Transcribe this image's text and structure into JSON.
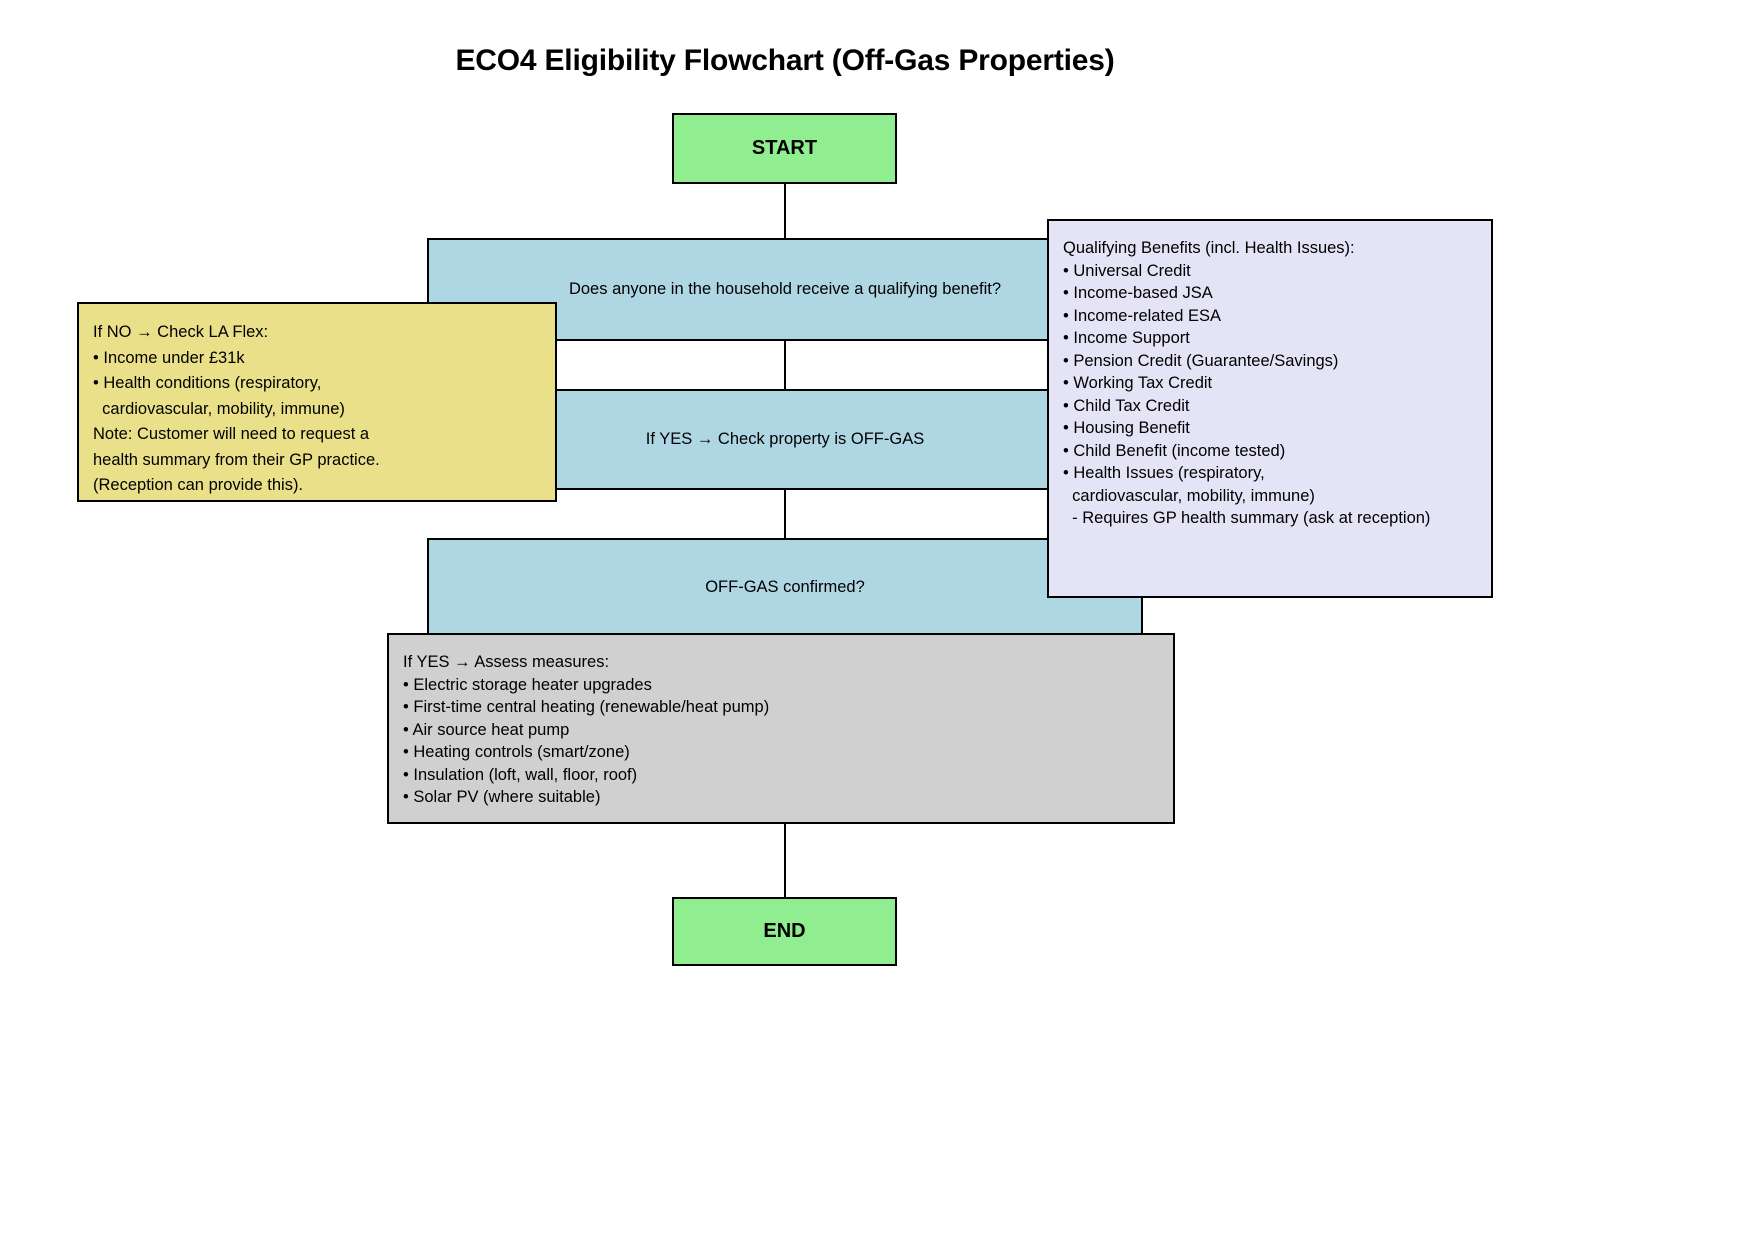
{
  "document": {
    "title": "ECO4 Eligibility Flowchart (Off-Gas Properties)"
  },
  "flowchart": {
    "start_label": "START",
    "end_label": "END",
    "decision_1": "Does anyone in the household receive a qualifying benefit?",
    "decision_2": "If YES → Check property is OFF-GAS",
    "decision_3": "OFF-GAS confirmed?",
    "note_la_flex": "If NO → Check LA Flex:\n• Income under £31k\n• Health conditions (respiratory,\n  cardiovascular, mobility, immune)\nNote: Customer will need to request a\nhealth summary from their GP practice.\n(Reception can provide this).",
    "note_qualifying_benefits": "Qualifying Benefits (incl. Health Issues):\n• Universal Credit\n• Income-based JSA\n• Income-related ESA\n• Income Support\n• Pension Credit (Guarantee/Savings)\n• Working Tax Credit\n• Child Tax Credit\n• Housing Benefit\n• Child Benefit (income tested)\n• Health Issues (respiratory,\n  cardiovascular, mobility, immune)\n  - Requires GP health summary (ask at reception)",
    "note_measures": "If YES → Assess measures:\n• Electric storage heater upgrades\n• First-time central heating (renewable/heat pump)\n• Air source heat pump\n• Heating controls (smart/zone)\n• Insulation (loft, wall, floor, roof)\n• Solar PV (where suitable)"
  },
  "colors": {
    "terminator_fill": "#90ee90",
    "decision_fill": "#aed6e3",
    "note_yellow_fill": "#ebe08a",
    "note_lavender_fill": "#e4e4f6",
    "note_gray_fill": "#d0d0d0",
    "border": "#000000"
  }
}
